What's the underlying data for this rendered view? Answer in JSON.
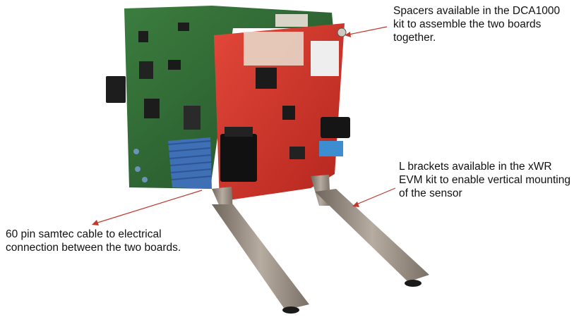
{
  "callouts": {
    "spacers": {
      "lines": [
        "Spacers available in the DCA1000",
        "kit to assemble the two boards",
        "together."
      ]
    },
    "brackets": {
      "lines": [
        "L brackets available in the xWR",
        "EVM kit to enable vertical mounting",
        "of the sensor"
      ]
    },
    "cable": {
      "lines": [
        "60 pin samtec cable to electrical",
        "connection between the two boards."
      ]
    }
  },
  "colors": {
    "annotation_arrow": "#c0392b",
    "green_board": "#2f6b34",
    "red_board": "#d8342a",
    "ribbon_cable": "#3f6fb5",
    "bracket_metal": "#9a8f84"
  }
}
